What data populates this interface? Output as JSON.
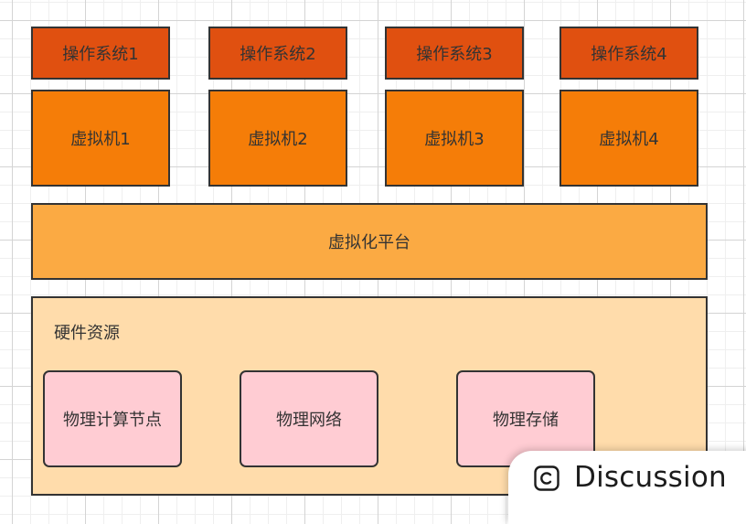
{
  "operating_systems": [
    "操作系统1",
    "操作系统2",
    "操作系统3",
    "操作系统4"
  ],
  "virtual_machines": [
    "虚拟机1",
    "虚拟机2",
    "虚拟机3",
    "虚拟机4"
  ],
  "platform": {
    "label": "虚拟化平台"
  },
  "hardware": {
    "title": "硬件资源",
    "resources": [
      "物理计算节点",
      "物理网络",
      "物理存储"
    ]
  },
  "discussion": {
    "label": "Discussion",
    "icon": "copyright-icon"
  },
  "colors": {
    "os": "#e05010",
    "vm": "#f57d08",
    "platform": "#fbaa43",
    "hardware": "#ffdcab",
    "resource": "#ffccd3",
    "border": "#333333"
  }
}
